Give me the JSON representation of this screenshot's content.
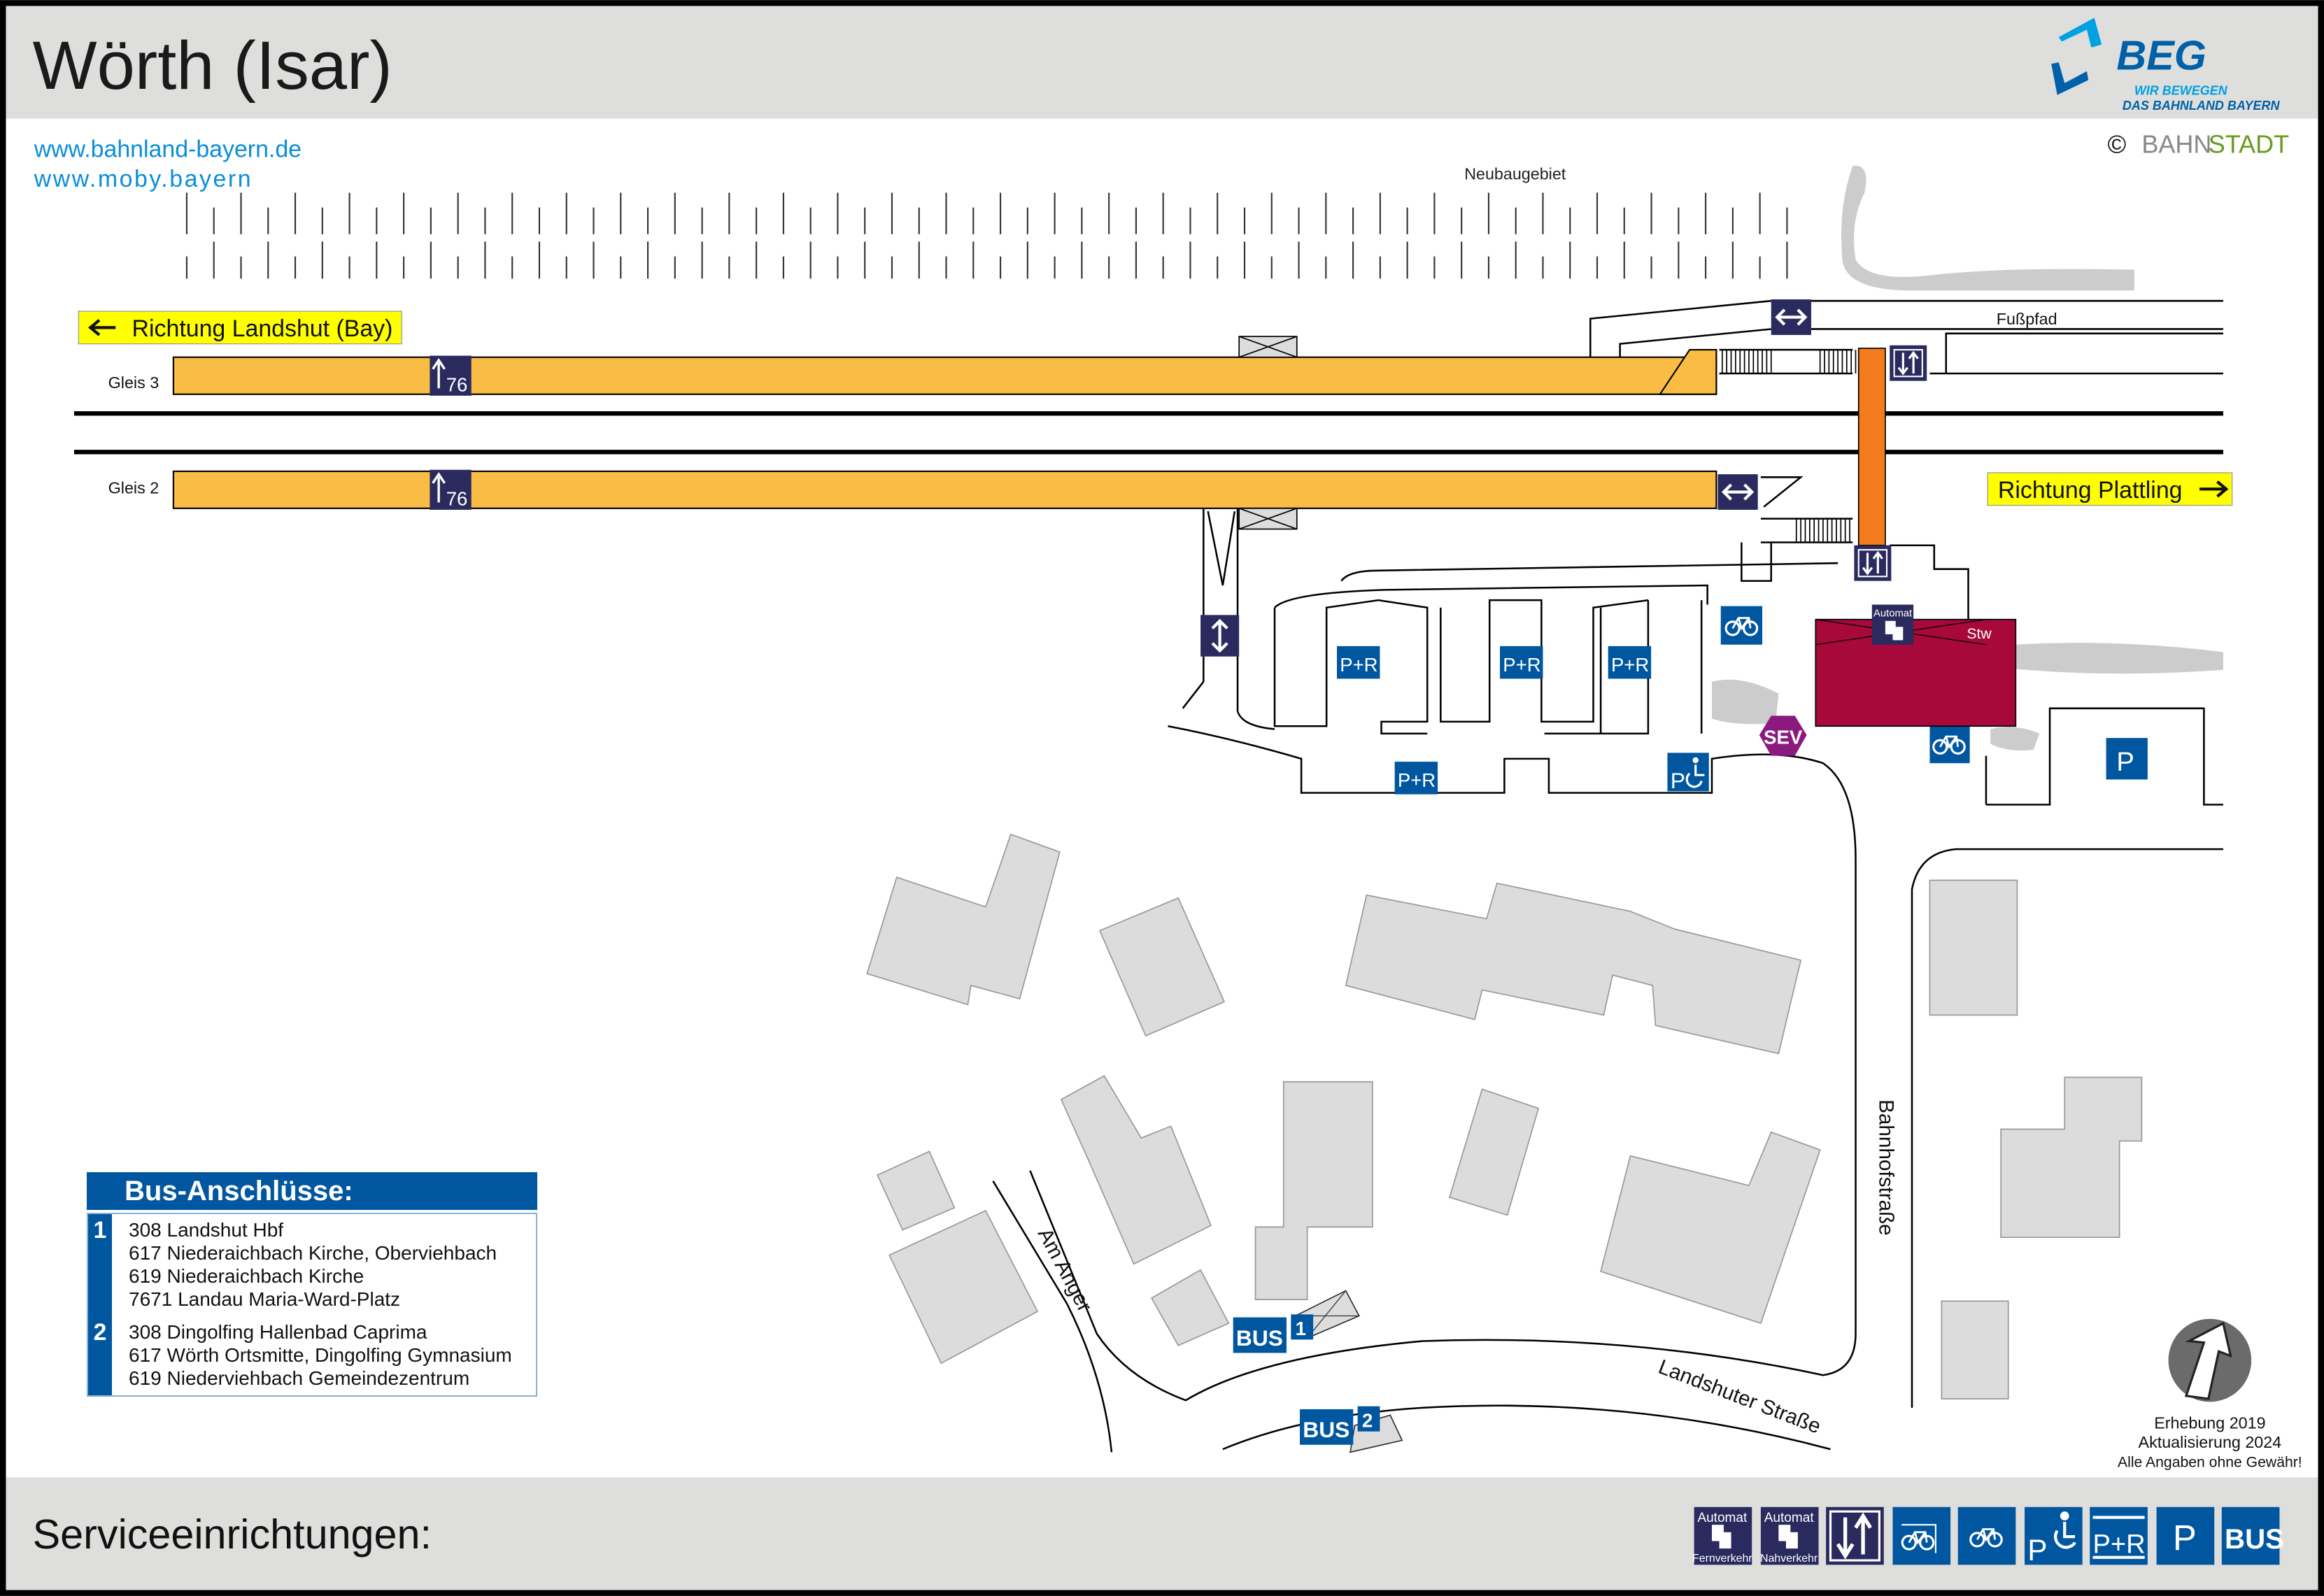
{
  "header": {
    "title": "Wörth (Isar)",
    "logo": {
      "brand": "BEG",
      "tagline1": "WIR BEWEGEN",
      "tagline2": "DAS BAHNLAND BAYERN"
    },
    "copyright": {
      "symbol": "©",
      "part1": "BAHN",
      "part2": "STADT"
    },
    "links": [
      "www.bahnland-bayern.de",
      "www.moby.bayern"
    ]
  },
  "map": {
    "area_label": "Neubaugebiet",
    "footpath_label": "Fußpfad",
    "direction_west": "Richtung Landshut (Bay)",
    "direction_east": "Richtung Plattling",
    "platforms": [
      {
        "label": "Gleis 3",
        "height_sign": "76"
      },
      {
        "label": "Gleis 2",
        "height_sign": "76"
      }
    ],
    "stw_label": "Stw",
    "automat_label": "Automat",
    "sev_label": "SEV",
    "pr_label": "P+R",
    "p_label": "P",
    "bus_label": "BUS",
    "bus_stops": [
      "1",
      "2"
    ],
    "streets": [
      "Am Anger",
      "Landshuter Straße",
      "Bahnhofstraße"
    ],
    "colors": {
      "platform": "#f9bd45",
      "stw": "#a6093a",
      "bridge": "#f47c1c",
      "sign_dark": "#2a2a5e",
      "sign_blue": "#0057a0",
      "building": "#dcdcdc"
    }
  },
  "bus_connections": {
    "title": "Bus-Anschlüsse:",
    "groups": [
      {
        "stop": "1",
        "lines": [
          "308 Landshut Hbf",
          "617 Niederaichbach Kirche, Oberviehbach",
          "619 Niederaichbach Kirche",
          "7671 Landau Maria-Ward-Platz"
        ]
      },
      {
        "stop": "2",
        "lines": [
          "308 Dingolfing Hallenbad Caprima",
          "617 Wörth Ortsmitte, Dingolfing Gymnasium",
          "619 Niederviehbach Gemeindezentrum"
        ]
      }
    ]
  },
  "info": {
    "survey": "Erhebung 2019",
    "update": "Aktualisierung 2024",
    "disclaimer": "Alle Angaben ohne Gewähr!"
  },
  "footer": {
    "title": "Serviceeinrichtungen:",
    "legend": [
      {
        "icon": "ticket-machine-long-distance-icon",
        "top": "Automat",
        "bottom": "Fernverkehr"
      },
      {
        "icon": "ticket-machine-regional-icon",
        "top": "Automat",
        "bottom": "Nahverkehr"
      },
      {
        "icon": "stairs-icon"
      },
      {
        "icon": "covered-bike-parking-icon"
      },
      {
        "icon": "bike-parking-icon"
      },
      {
        "icon": "accessible-parking-icon",
        "text": "P"
      },
      {
        "icon": "park-and-ride-icon",
        "text": "P+R"
      },
      {
        "icon": "parking-icon",
        "text": "P"
      },
      {
        "icon": "bus-icon",
        "text": "BUS"
      }
    ]
  }
}
